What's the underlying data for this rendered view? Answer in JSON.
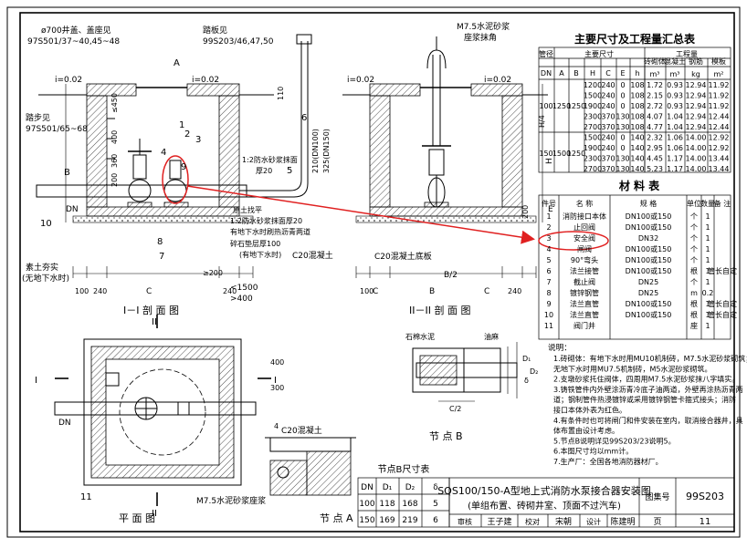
{
  "drawing": {
    "main_title_line1": "SQS100/150-A型地上式消防水泵接合器安装图",
    "main_title_line2": "(单组布置、砖砌井室、顶面不过汽车)",
    "atlas_label": "图集号",
    "atlas_number": "99S203",
    "page_label": "页",
    "page_number": "11",
    "review_label": "审核",
    "review_name": "王子建",
    "check_label": "校对",
    "check_name": "宋朝",
    "design_label": "设计",
    "design_name": "陈建明"
  },
  "dim_summary": {
    "title": "主要尺寸及工程量汇总表",
    "col_spec": "管径",
    "col_size": "主要尺寸",
    "col_qty": "工程量",
    "sub_headers": [
      "DN",
      "A",
      "B",
      "H",
      "C",
      "E",
      "h"
    ],
    "qty_headers": [
      "砖砌体",
      "混凝土",
      "钢筋",
      "模板"
    ],
    "qty_units": [
      "m³",
      "m³",
      "kg",
      "m²"
    ],
    "groups": [
      {
        "dn": "100",
        "a": "1250",
        "b": "1250",
        "rows": [
          [
            "1200",
            "240",
            "0",
            "108",
            "1.72",
            "0.93",
            "12.94",
            "11.92"
          ],
          [
            "1500",
            "240",
            "0",
            "108",
            "2.15",
            "0.93",
            "12.94",
            "11.92"
          ],
          [
            "1900",
            "240",
            "0",
            "108",
            "2.72",
            "0.93",
            "12.94",
            "11.92"
          ],
          [
            "2300",
            "370",
            "130",
            "108",
            "4.07",
            "1.04",
            "12.94",
            "12.44"
          ],
          [
            "2700",
            "370",
            "130",
            "108",
            "4.77",
            "1.04",
            "12.94",
            "12.44"
          ]
        ]
      },
      {
        "dn": "150",
        "a": "1500",
        "b": "1250",
        "rows": [
          [
            "1500",
            "240",
            "0",
            "140",
            "2.32",
            "1.06",
            "14.00",
            "12.92"
          ],
          [
            "1900",
            "240",
            "0",
            "140",
            "2.95",
            "1.06",
            "14.00",
            "12.92"
          ],
          [
            "2300",
            "370",
            "130",
            "140",
            "4.45",
            "1.17",
            "14.00",
            "13.44"
          ],
          [
            "2700",
            "370",
            "130",
            "140",
            "5.23",
            "1.17",
            "14.00",
            "13.44"
          ]
        ]
      }
    ]
  },
  "materials": {
    "title": "材 料 表",
    "headers": [
      "件号",
      "名 称",
      "规 格",
      "单位",
      "数量",
      "备 注"
    ],
    "rows": [
      [
        "1",
        "消防接口本体",
        "DN100或150",
        "个",
        "1",
        ""
      ],
      [
        "2",
        "止回阀",
        "DN100或150",
        "个",
        "1",
        ""
      ],
      [
        "3",
        "安全阀",
        "DN32",
        "个",
        "1",
        ""
      ],
      [
        "4",
        "闸阀",
        "DN100或150",
        "个",
        "1",
        ""
      ],
      [
        "5",
        "90°弯头",
        "DN100或150",
        "个",
        "1",
        ""
      ],
      [
        "6",
        "法兰接管",
        "DN100或150",
        "根",
        "1",
        "管长自定"
      ],
      [
        "7",
        "截止阀",
        "DN25",
        "个",
        "1",
        ""
      ],
      [
        "8",
        "镀锌钢管",
        "DN25",
        "m",
        "0.2",
        ""
      ],
      [
        "9",
        "法兰直管",
        "DN100或150",
        "根",
        "1",
        "管长自定"
      ],
      [
        "10",
        "法兰直管",
        "DN100或150",
        "根",
        "1",
        "管长自定"
      ],
      [
        "11",
        "阀门井",
        "",
        "座",
        "1",
        ""
      ]
    ]
  },
  "notes": {
    "heading": "说明：",
    "items": [
      "1.砖砌体：有地下水时用MU10机制砖，M7.5水泥砂浆砌筑；",
      "  无地下水时用MU7.5机制砖，M5水泥砂浆砌筑。",
      "2.支墩砂浆托住阀体，四周用M7.5水泥砂浆抹八字填实。",
      "3.铸铁管件内外壁涂沥青冷底子油两道，外壁再涂热沥青两",
      "  道；钢制管件热浸镀锌或采用镀锌钢管卡箍式接头；消防",
      "  接口本体外表为红色。",
      "4.有条件时也可将闸门和件安装在室内，取消接合器井，具",
      "  体布置由设计考虑。",
      "5.节点B说明详见99S203/23说明5。",
      "6.本图尺寸均以mm计。",
      "7.生产厂：全国各地消防器材厂。"
    ]
  },
  "node_b_table": {
    "title": "节点B尺寸表",
    "headers": [
      "DN",
      "D₁",
      "D₂",
      "δ"
    ],
    "rows": [
      [
        "100",
        "118",
        "168",
        "5"
      ],
      [
        "150",
        "169",
        "219",
        "6"
      ]
    ]
  },
  "section_labels": {
    "sec1": "I－I 剖 面 图",
    "sec2": "II－II 剖 面 图",
    "plan": "平 面 图",
    "node_a": "节 点 A",
    "node_b": "节 点 B"
  },
  "annotations": {
    "manhole": "ø700井盖、盖座见",
    "manhole_ref": "97S501/37~40,45~48",
    "step_frame": "踏板见",
    "step_ref": "99S203/46,47,50",
    "ladder": "踏步见",
    "ladder_ref": "97S501/65~68",
    "slope1": "i=0.02",
    "slope2": "i=0.02",
    "slope3": "i=0.02",
    "slope4": "i=0.02",
    "mortar_top": "M7.5水泥砂浆",
    "mortar_top2": "座浆抹角",
    "plaster": "1:2防水砂浆抹面",
    "plaster2": "厚20",
    "leveling": "原土找平",
    "plaster3": "1:2防水砂浆抹面厚20",
    "asphalt": "有地下水时刷热沥青两道",
    "gravel": "碎石垫层厚100",
    "gravel2": "(有地下水时)",
    "concrete": "C20混凝土",
    "base": "C20混凝土底板",
    "soil": "素土夯实",
    "soil2": "(无地下水时)",
    "node_a_concrete": "C20混凝土",
    "node_a_mortar": "M7.5水泥砂浆座浆",
    "stone_mortar": "石棉水泥",
    "oil_hemp": "油麻",
    "lbl_a": "A",
    "lbl_b": "B",
    "lbl_dn": "DN",
    "lbl_dn2": "DN",
    "lbl_d1": "D₁",
    "lbl_d2": "D₂",
    "lbl_delta": "δ",
    "lbl_c2": "C/2",
    "lbl_b2": "B/2",
    "lbl_h4": "H/4",
    "lbl_h": "H",
    "lbl_e": "E",
    "lbl_c": "C",
    "lbl_b_dim": "B",
    "dim_200": "200",
    "dim_400": "400",
    "dim_100": "100",
    "dim_300": "300",
    "dim_110": "110",
    "dim_450": "≤450",
    "dim_200b": "≥200",
    "dim_1500": "<1500",
    "dim_400b": ">400",
    "dim_400c": "400",
    "dim_210": "210(DN100)",
    "dim_325": "325(DN150)",
    "dim_240a": "240",
    "dim_240b": "240",
    "dim_100b": "100",
    "dim_200c": "200",
    "dim_100c": "100",
    "dim_100d": "100",
    "dim_360": "360",
    "dim_400d": "400",
    "dim_200d": "200",
    "dim_400e": "400",
    "dim_200e": "200",
    "dim_4": "4",
    "lbl_i": "I",
    "lbl_i2": "I",
    "lbl_ii": "II",
    "lbl_ii2": "II",
    "nums": [
      "1",
      "2",
      "3",
      "4",
      "5",
      "6",
      "7",
      "8",
      "9",
      "10",
      "11"
    ]
  }
}
